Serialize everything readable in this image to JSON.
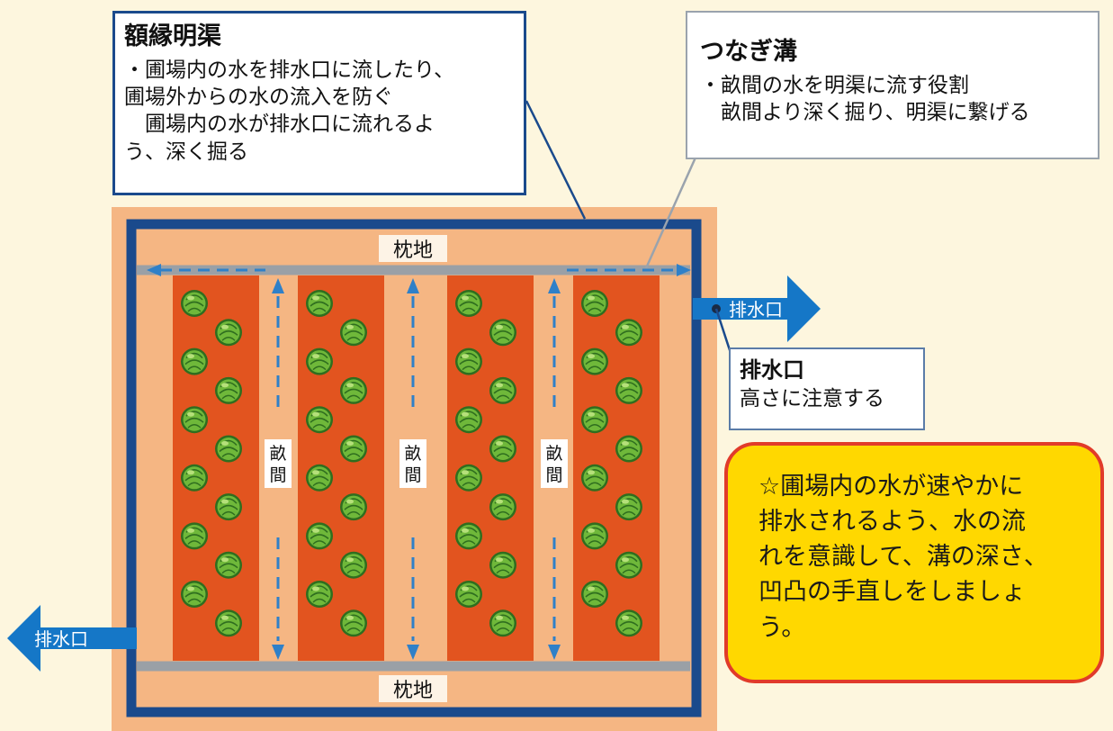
{
  "callouts": {
    "edge_channel": {
      "title": "額縁明渠",
      "lines": [
        "・圃場内の水を排水口に流したり、",
        "圃場外からの水の流入を防ぐ",
        "　圃場内の水が排水口に流れるよ",
        "う、深く掘る"
      ]
    },
    "connecting_ditch": {
      "title": "つなぎ溝",
      "lines": [
        "・畝間の水を明渠に流す役割",
        "　畝間より深く掘り、明渠に繋げる"
      ]
    },
    "drain_outlet": {
      "title": "排水口",
      "lines": [
        "高さに注意する"
      ]
    }
  },
  "field": {
    "headland_label": "枕地",
    "furrow_label_chars": [
      "畝",
      "間"
    ],
    "outlet_label": "排水口",
    "bed_count": 4,
    "plants_per_bed": 12
  },
  "note": {
    "lines": [
      "☆圃場内の水が速やかに",
      "排水されるよう、水の流",
      "れを意識して、溝の深さ、",
      "凹凸の手直しをしましょ",
      "う。"
    ]
  },
  "colors": {
    "background": "#fdf6de",
    "field": "#f5b683",
    "bed": "#e2541f",
    "channel": "#1a4a8c",
    "ditch": "#9aa0a6",
    "flow_arrow": "#2f80c8",
    "outlet_arrow": "#1577c7",
    "note_fill": "#ffd800",
    "note_border": "#e13b2a",
    "cabbage": "#6fb83a"
  }
}
